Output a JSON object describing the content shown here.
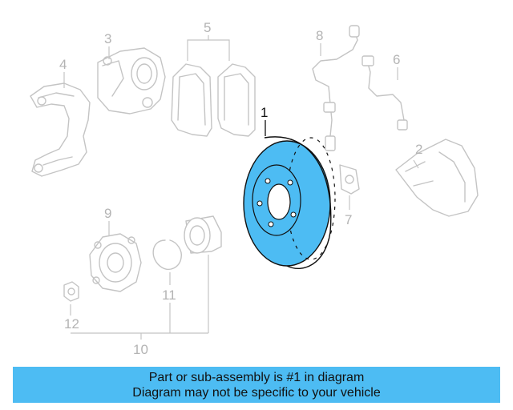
{
  "diagram": {
    "highlight_color": "#4dbcf3",
    "parts": [
      {
        "num": "1",
        "name": "brake-rotor",
        "highlighted": true
      },
      {
        "num": "2",
        "name": "splash-shield"
      },
      {
        "num": "3",
        "name": "caliper"
      },
      {
        "num": "4",
        "name": "caliper-support"
      },
      {
        "num": "5",
        "name": "brake-pads"
      },
      {
        "num": "6",
        "name": "wear-sensor"
      },
      {
        "num": "7",
        "name": "abs-sensor"
      },
      {
        "num": "8",
        "name": "abs-harness"
      },
      {
        "num": "9",
        "name": "wheel-hub"
      },
      {
        "num": "10",
        "name": "hub-bearing-assembly"
      },
      {
        "num": "11",
        "name": "snap-ring"
      },
      {
        "num": "12",
        "name": "hub-nut"
      }
    ]
  },
  "caption": {
    "line1": "Part or sub-assembly is #1 in diagram",
    "line2": "Diagram may not be specific to your vehicle"
  }
}
